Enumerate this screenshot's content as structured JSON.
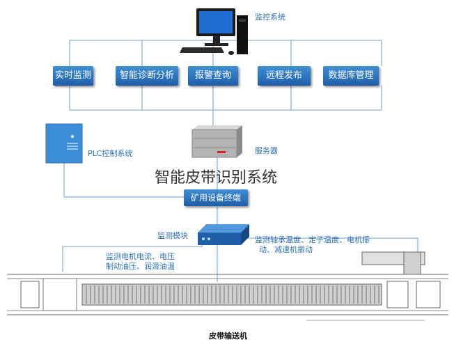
{
  "top_label": "监控系统",
  "functions": [
    "实时监测",
    "智能诊断分析",
    "报警查询",
    "远程发布",
    "数据库管理"
  ],
  "server_label": "服务器",
  "plc_label": "PLC控制系统",
  "main_title": "智能皮带识别系统",
  "terminal_label": "矿用设备终端",
  "module_label": "监测模块",
  "monitor_right_line1": "监测轴承温度、定子温度、电机振",
  "monitor_right_line2": "动、减速机振动",
  "monitor_left_line1": "监测电机电流、电压",
  "monitor_left_line2": "制动油压、润滑油温",
  "conveyor_label": "皮带输送机",
  "colors": {
    "line": "#8ab0d8",
    "accent": "#1f5ea8",
    "title": "#333333"
  }
}
